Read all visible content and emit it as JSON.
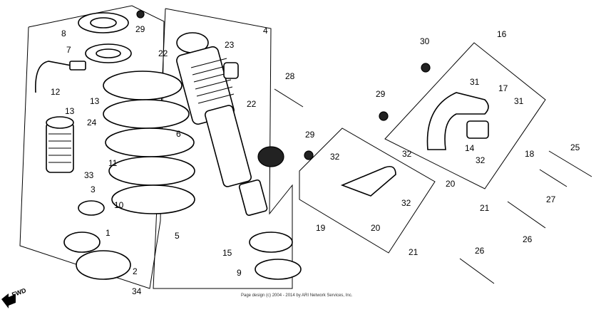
{
  "labels": {
    "p1": "1",
    "p2": "2",
    "p3": "3",
    "p4": "4",
    "p5": "5",
    "p6": "6",
    "p7": "7",
    "p8": "8",
    "p9": "9",
    "p10": "10",
    "p11": "11",
    "p12": "12",
    "p13a": "13",
    "p13b": "13",
    "p14": "14",
    "p15": "15",
    "p16": "16",
    "p17": "17",
    "p18": "18",
    "p19": "19",
    "p20a": "20",
    "p20b": "20",
    "p21a": "21",
    "p21b": "21",
    "p22a": "22",
    "p22b": "22",
    "p23": "23",
    "p24": "24",
    "p25": "25",
    "p26a": "26",
    "p26b": "26",
    "p27": "27",
    "p28": "28",
    "p29a": "29",
    "p29b": "29",
    "p29c": "29",
    "p30": "30",
    "p31a": "31",
    "p31b": "31",
    "p32a": "32",
    "p32b": "32",
    "p32c": "32",
    "p32d": "32",
    "p33": "33",
    "p34": "34"
  },
  "fwd_label": "FWD",
  "copyright": "Page design (c) 2004 - 2014 by ARI Network Services, Inc."
}
